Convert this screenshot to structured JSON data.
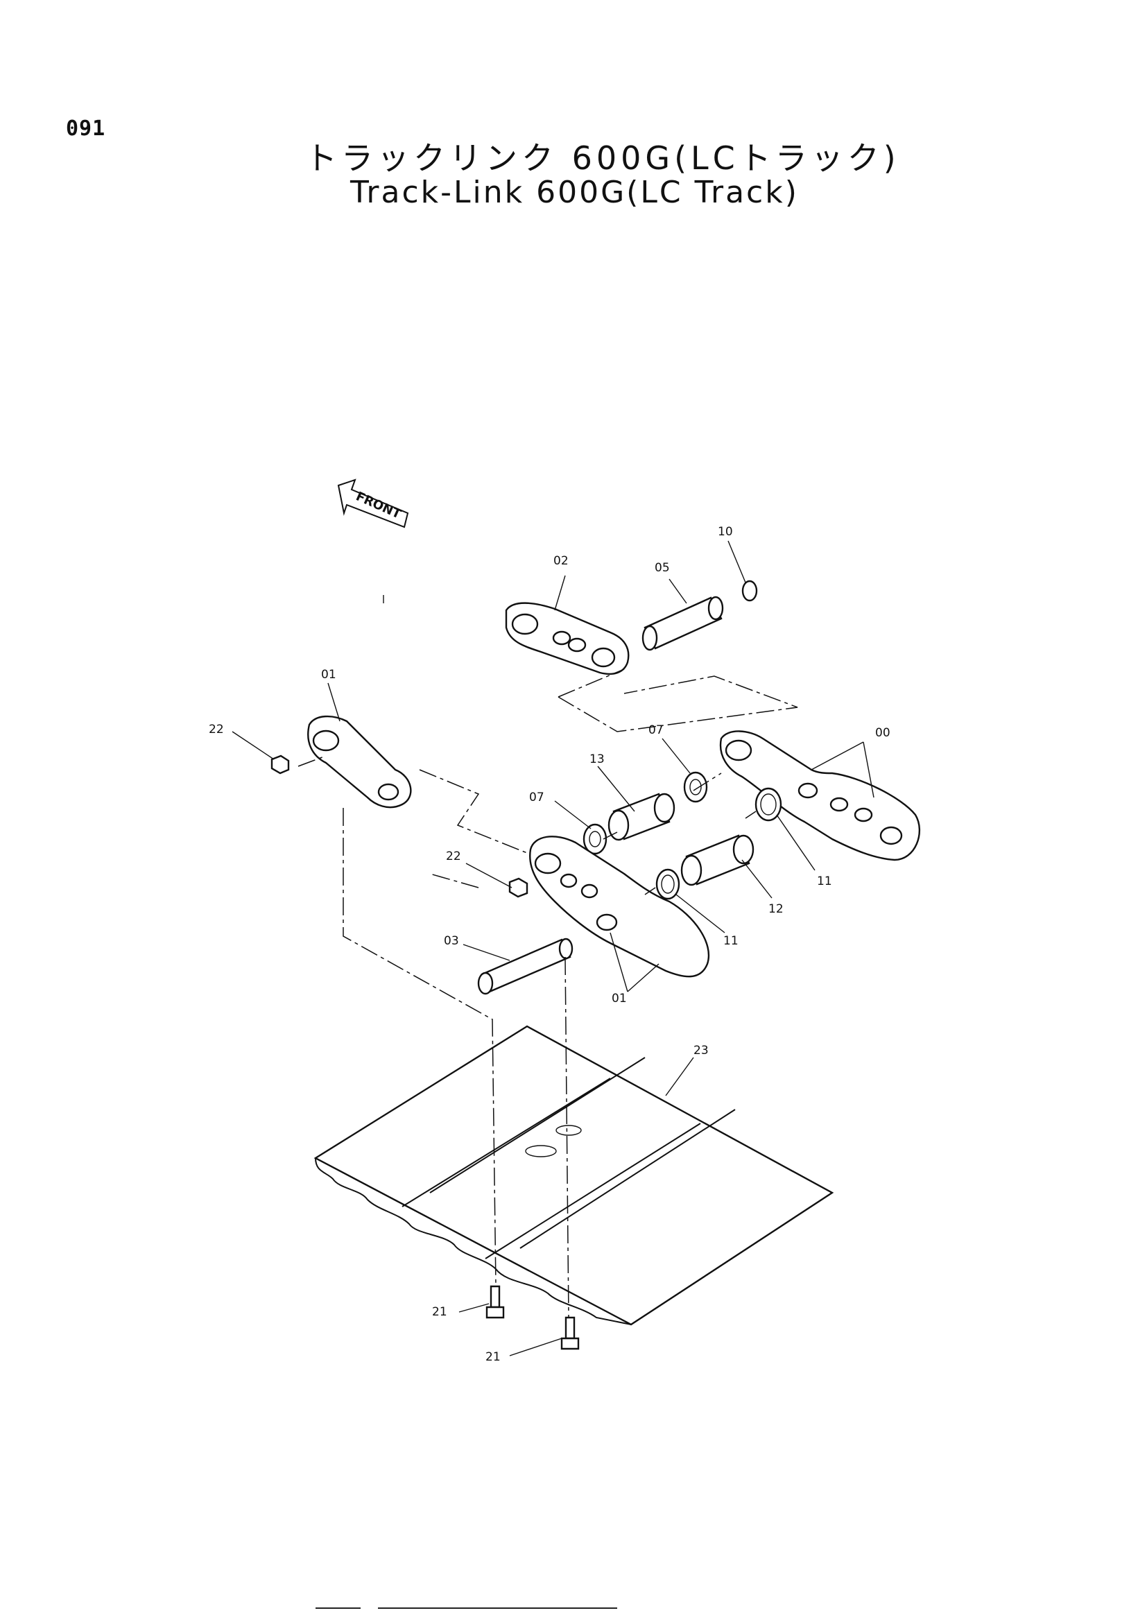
{
  "page_number": "091",
  "title_jp": "トラックリンク 600G(LCトラック)",
  "title_en": "Track-Link 600G(LC Track)",
  "front_label": "FRONT",
  "callouts": {
    "c00": "00",
    "c01a": "01",
    "c01b": "01",
    "c02": "02",
    "c03": "03",
    "c05": "05",
    "c07a": "07",
    "c07b": "07",
    "c10": "10",
    "c11a": "11",
    "c11b": "11",
    "c12": "12",
    "c13": "13",
    "c21a": "21",
    "c21b": "21",
    "c22a": "22",
    "c22b": "22",
    "c23": "23"
  }
}
